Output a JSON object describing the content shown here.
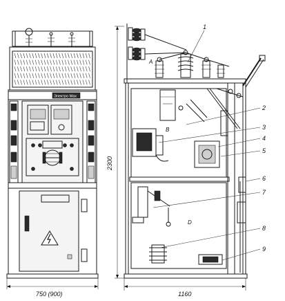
{
  "front_view": {
    "width_label": "750 (900)",
    "nameplate": "Электро Maх"
  },
  "side_view": {
    "height_label": "2300",
    "depth_label": "1160",
    "compartments": [
      {
        "id": "A",
        "label": "A"
      },
      {
        "id": "B",
        "label": "B"
      },
      {
        "id": "D",
        "label": "D"
      }
    ],
    "callouts": [
      "1",
      "2",
      "3",
      "4",
      "5",
      "6",
      "7",
      "8",
      "9"
    ]
  },
  "colors": {
    "line": "#1a1a1a",
    "background": "#ffffff"
  }
}
